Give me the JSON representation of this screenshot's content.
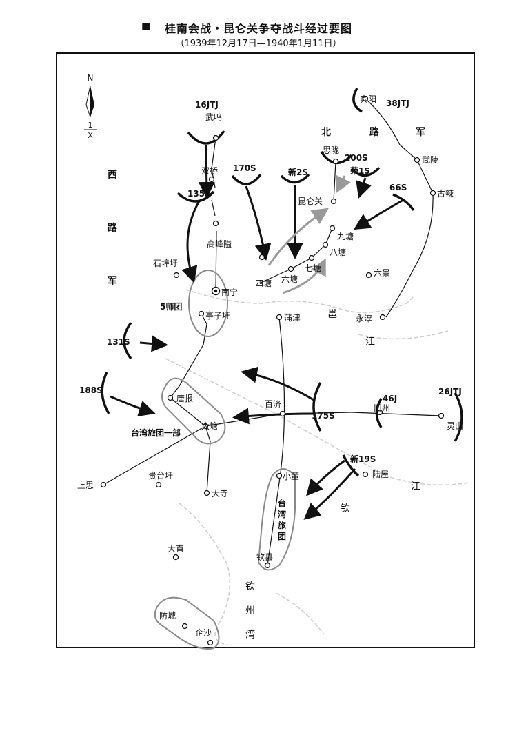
{
  "title": "桂南会战・昆仑关争夺战斗经过要图",
  "title_marker": "■",
  "subtitle": "（1939年12月17日—1940年1月11日）",
  "compass": {
    "north": "N",
    "ratio_top": "1",
    "ratio_bottom": "X"
  },
  "places": [
    {
      "id": "binyang",
      "name": "宾阳"
    },
    {
      "id": "wuming",
      "name": "武鸣"
    },
    {
      "id": "wuling",
      "name": "武陵"
    },
    {
      "id": "gula",
      "name": "古辣"
    },
    {
      "id": "silong",
      "name": "思陇"
    },
    {
      "id": "shuangqiao",
      "name": "双桥"
    },
    {
      "id": "kunlunguan",
      "name": "昆仑关"
    },
    {
      "id": "jiutang",
      "name": "九塘"
    },
    {
      "id": "batang",
      "name": "八塘"
    },
    {
      "id": "qitang",
      "name": "七塘"
    },
    {
      "id": "liutang",
      "name": "六塘"
    },
    {
      "id": "sitang",
      "name": "四塘"
    },
    {
      "id": "gaofengai",
      "name": "高峰隘"
    },
    {
      "id": "shibuxu",
      "name": "石埠圩"
    },
    {
      "id": "nanning",
      "name": "南宁"
    },
    {
      "id": "liujing",
      "name": "六景"
    },
    {
      "id": "tingzixu",
      "name": "亭子圩"
    },
    {
      "id": "pujin",
      "name": "蒲津"
    },
    {
      "id": "yongchun",
      "name": "永淳"
    },
    {
      "id": "tangbao",
      "name": "唐报"
    },
    {
      "id": "baiji",
      "name": "百济"
    },
    {
      "id": "jiuzhou",
      "name": "旧州"
    },
    {
      "id": "lingshan",
      "name": "灵山"
    },
    {
      "id": "datang",
      "name": "大塘"
    },
    {
      "id": "shangsi",
      "name": "上思"
    },
    {
      "id": "guitaixu",
      "name": "贵台圩"
    },
    {
      "id": "xiaodong",
      "name": "小董"
    },
    {
      "id": "luwu",
      "name": "陆屋"
    },
    {
      "id": "dasi",
      "name": "大寺"
    },
    {
      "id": "dazhi",
      "name": "大直"
    },
    {
      "id": "qinxian",
      "name": "钦县"
    },
    {
      "id": "fangcheng",
      "name": "防城"
    },
    {
      "id": "qisha",
      "name": "企沙"
    }
  ],
  "units": [
    {
      "id": "u16jtj",
      "name": "16JTJ"
    },
    {
      "id": "u38jtj",
      "name": "38JTJ"
    },
    {
      "id": "u170s",
      "name": "170S"
    },
    {
      "id": "uxin2s",
      "name": "新2S"
    },
    {
      "id": "u200s",
      "name": "200S"
    },
    {
      "id": "urong1s",
      "name": "荣1S"
    },
    {
      "id": "u135s",
      "name": "135S"
    },
    {
      "id": "u66s",
      "name": "66S"
    },
    {
      "id": "u5shituan",
      "name": "5师团"
    },
    {
      "id": "u131s",
      "name": "131S"
    },
    {
      "id": "u188s",
      "name": "188S"
    },
    {
      "id": "u175s",
      "name": "175S"
    },
    {
      "id": "u46j",
      "name": "46J"
    },
    {
      "id": "u26jtj",
      "name": "26JTJ"
    },
    {
      "id": "utaiwan_bu",
      "name": "台湾旅团一部"
    },
    {
      "id": "uxin19s",
      "name": "新19S"
    }
  ],
  "group_labels": {
    "north": [
      "北",
      "路",
      "军"
    ],
    "west": [
      "西",
      "路",
      "军"
    ],
    "taiwan_brigade": [
      "台",
      "湾",
      "旅",
      "团"
    ]
  },
  "water_labels": {
    "yongjiang": [
      "邕",
      "江"
    ],
    "qinjiang": [
      "钦",
      "江"
    ],
    "qinzhouwan": [
      "钦",
      "州",
      "湾"
    ]
  }
}
